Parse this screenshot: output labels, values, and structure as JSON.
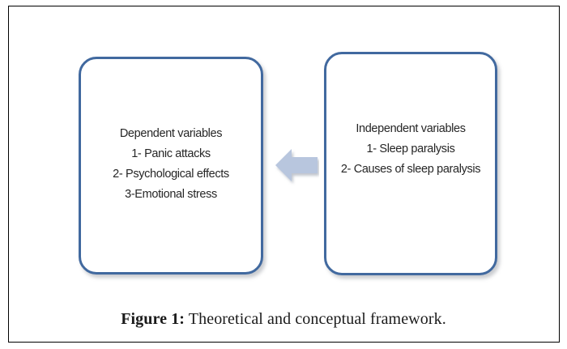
{
  "figure": {
    "frame_color": "#000000",
    "background": "#ffffff",
    "caption_label": "Figure 1:",
    "caption_text": " Theoretical and conceptual framework."
  },
  "boxes": {
    "dependent": {
      "name": "Dependent variables",
      "border_color": "#41699f",
      "lines": [
        "Dependent variables",
        "1- Panic attacks",
        "2- Psychological effects",
        "3-Emotional stress"
      ]
    },
    "independent": {
      "name": "Independent variables",
      "border_color": "#41699f",
      "lines": [
        "Independent variables",
        "1-  Sleep paralysis",
        "2- Causes of sleep paralysis"
      ]
    }
  },
  "arrow": {
    "icon": "arrow-left-icon",
    "direction": "left",
    "fill_color": "#b8c6de",
    "from": "Independent variables",
    "to": "Dependent variables"
  }
}
